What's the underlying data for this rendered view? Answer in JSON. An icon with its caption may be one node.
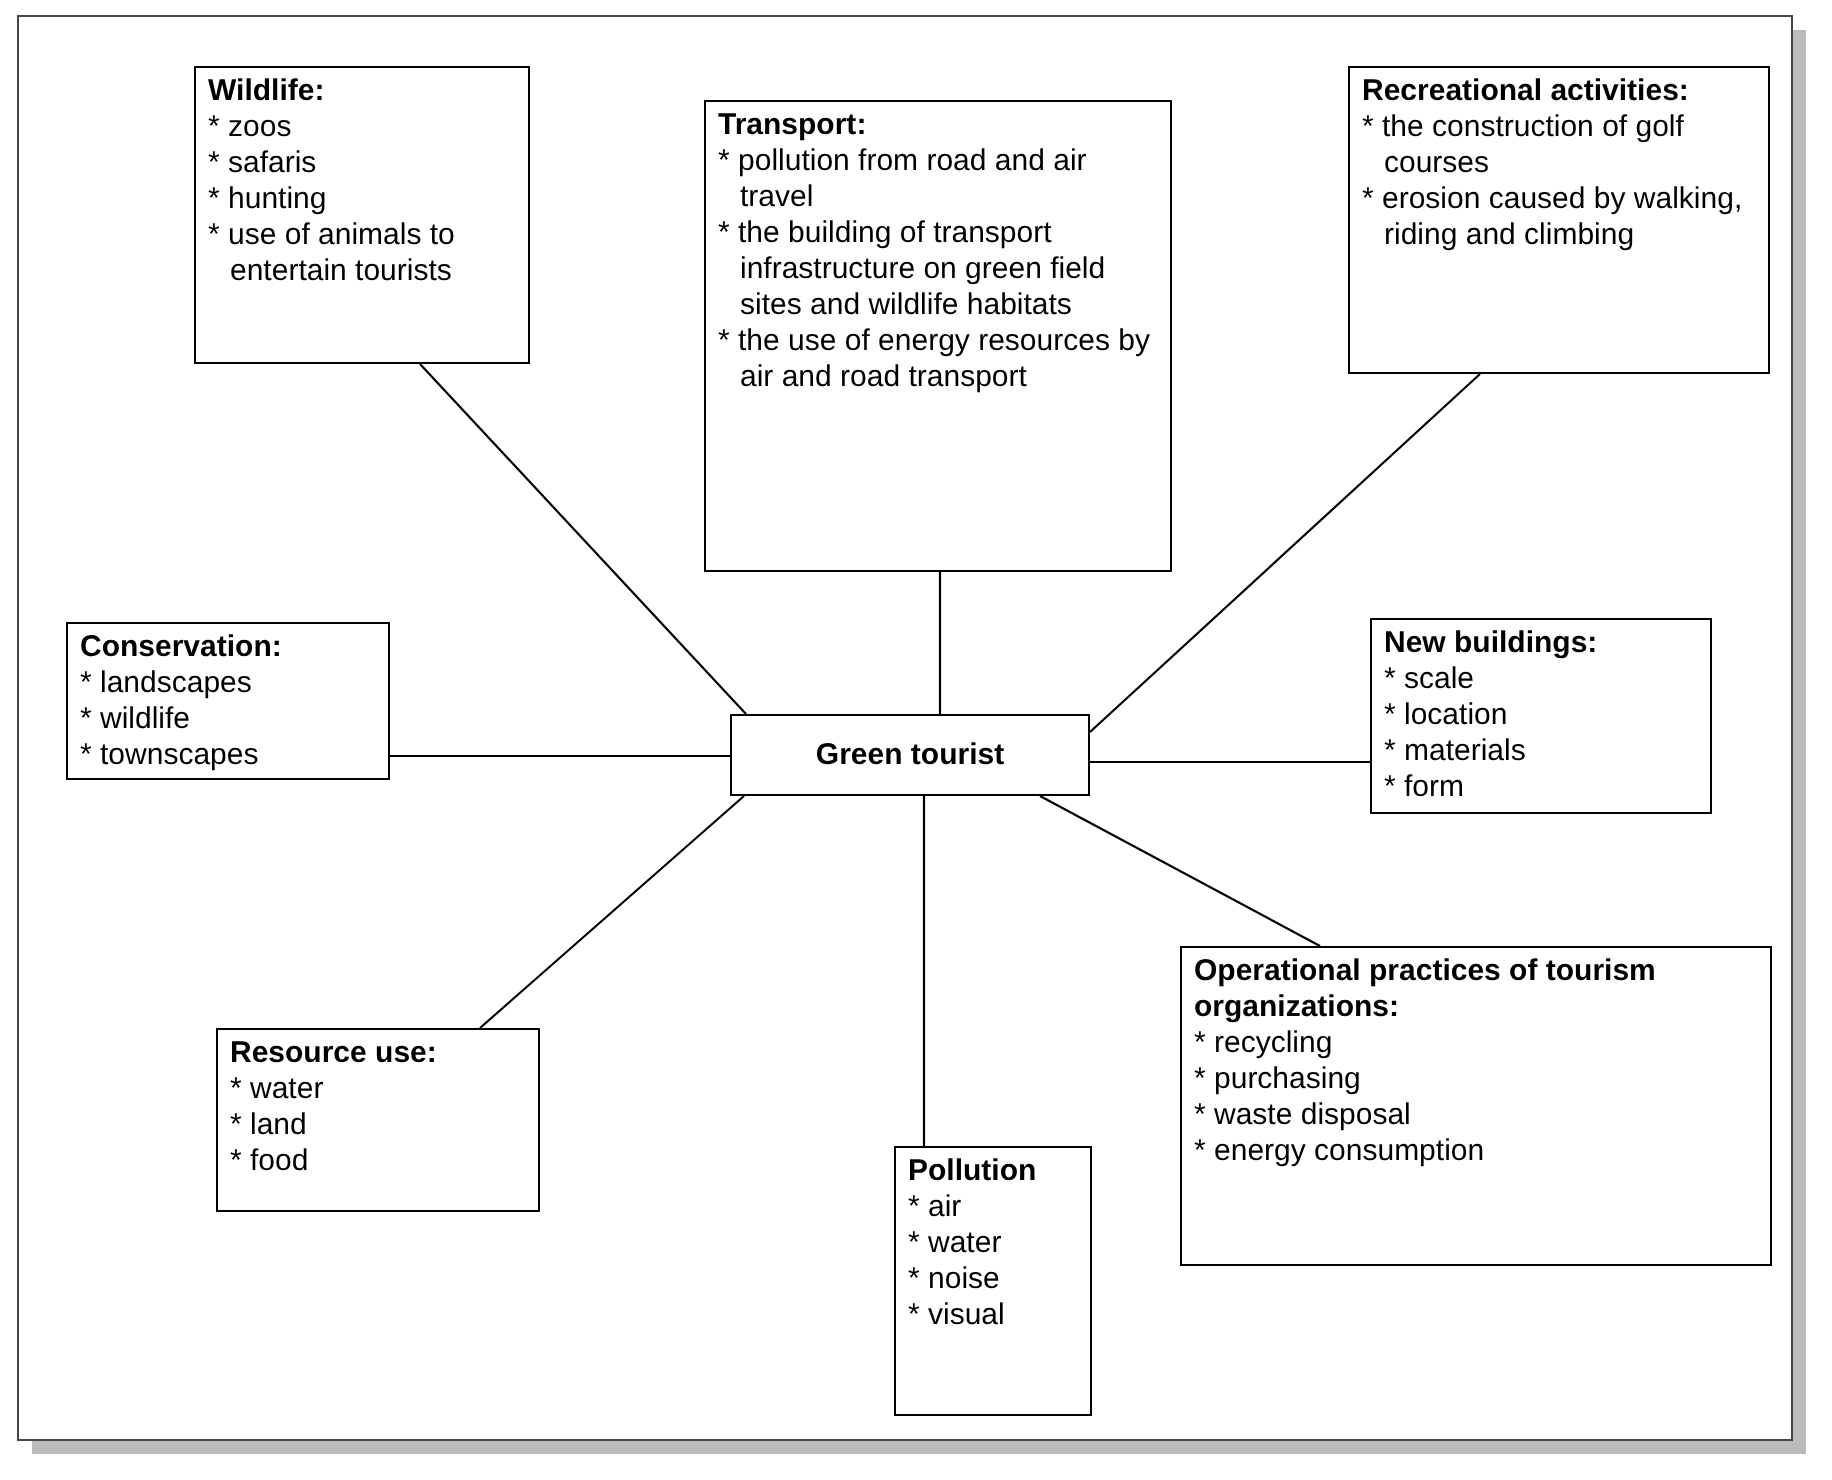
{
  "diagram": {
    "nodes": [
      {
        "text": [
          "Green tourist"
        ]
      },
      {
        "text": [
          "Wildlife:",
          "* zoos",
          "* safaris",
          "* hunting",
          "* use of animals to entertain tourists"
        ]
      },
      {
        "text": [
          "**Transport**:",
          "* pollution from road and air travel",
          "* the building of transport infrastructure on green field sites and wildlife habitats",
          "* the use of energy resources by air and road transport"
        ]
      },
      {
        "text": [
          "Recreational activities:",
          "* the construction of golf courses",
          "* erosion caused by walking, riding and climbing"
        ]
      },
      {
        "text": [
          "Conservation:",
          "* landscapes",
          "* wildlife",
          "* townscapes"
        ]
      },
      {
        "text": [
          "New buildings:",
          "* scale",
          "* location",
          "* materials",
          "* form"
        ]
      },
      {
        "text": [
          "Resource use:",
          "* water",
          "* land",
          "* food"
        ]
      },
      {
        "text": [
          "Pollution",
          "* air",
          "* water",
          "* noise",
          "* visual"
        ]
      },
      {
        "text": [
          "Operational practices of tourism organizations:",
          "* recycling",
          "* purchasing",
          "* waste disposal",
          "* energy consumption"
        ]
      }
    ],
    "edges": [
      {
        "from": 0,
        "to": 1,
        "arrow": "none"
      },
      {
        "from": 0,
        "to": 2,
        "arrow": "none"
      },
      {
        "from": 0,
        "to": 3,
        "arrow": "none"
      },
      {
        "from": 0,
        "to": 4,
        "arrow": "none"
      },
      {
        "from": 0,
        "to": 5,
        "arrow": "none"
      },
      {
        "from": 0,
        "to": 6,
        "arrow": "none"
      },
      {
        "from": 0,
        "to": 7,
        "arrow": "none"
      },
      {
        "from": 0,
        "to": 8,
        "arrow": "none"
      }
    ]
  }
}
